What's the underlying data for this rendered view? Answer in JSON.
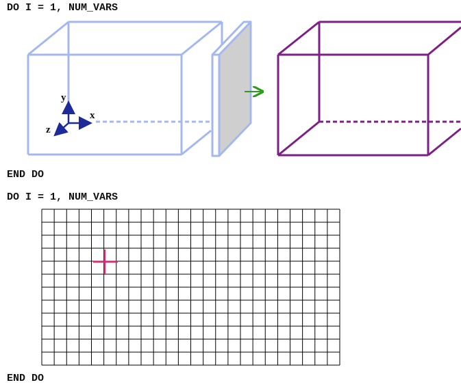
{
  "loop1": {
    "start": "DO I = 1, NUM_VARS",
    "end": "END DO"
  },
  "loop2": {
    "start": "DO I = 1, NUM_VARS",
    "end": "END DO"
  },
  "axes": {
    "x": "x",
    "y": "y",
    "z": "z"
  },
  "grid": {
    "columns": 24,
    "rows": 12
  },
  "colors": {
    "source_box": "#a4b8ee",
    "slab": "#cfcfcf",
    "arrow": "#2e9b1e",
    "target_box": "#7d1f86",
    "axes": "#1c2a9a",
    "marker": "#e02878",
    "grid": "#000000"
  }
}
